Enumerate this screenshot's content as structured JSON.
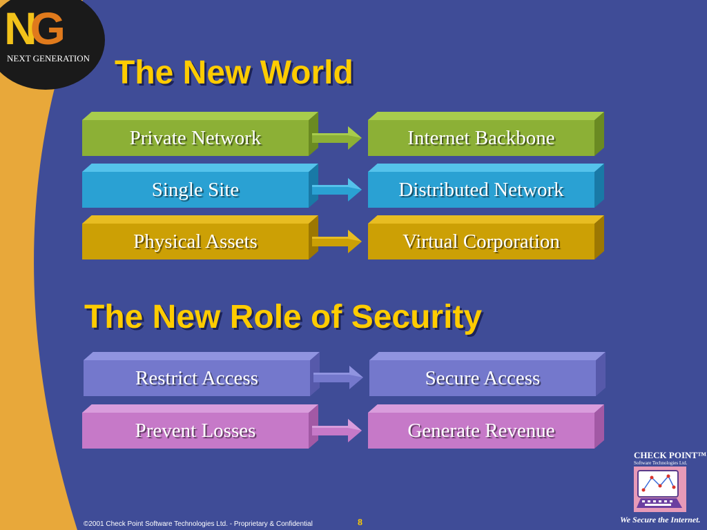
{
  "logo": {
    "letters": [
      "N",
      "G"
    ],
    "text": "NEXT GENERATION"
  },
  "titles": {
    "new_world": "The New World",
    "new_role": "The New Role of Security"
  },
  "rows": [
    {
      "from": "Private Network",
      "to": "Internet Backbone",
      "color": "#8cb036"
    },
    {
      "from": "Single Site",
      "to": "Distributed Network",
      "color": "#2aa1d3"
    },
    {
      "from": "Physical Assets",
      "to": "Virtual Corporation",
      "color": "#cca005"
    },
    {
      "from": "Restrict Access",
      "to": "Secure Access",
      "color": "#7478cc"
    },
    {
      "from": "Prevent Losses",
      "to": "Generate Revenue",
      "color": "#c679c8"
    }
  ],
  "brand": {
    "name": "CHECK POINT™",
    "subtitle": "Software Technologies Ltd.",
    "tagline": "We Secure the Internet."
  },
  "footer": {
    "copyright": "©2001 Check Point Software Technologies Ltd. - Proprietary & Confidential",
    "page": "8"
  },
  "colors": {
    "background": "#3f4c97",
    "accent_curve": "#e8a83a",
    "heading": "#ffcc00"
  }
}
